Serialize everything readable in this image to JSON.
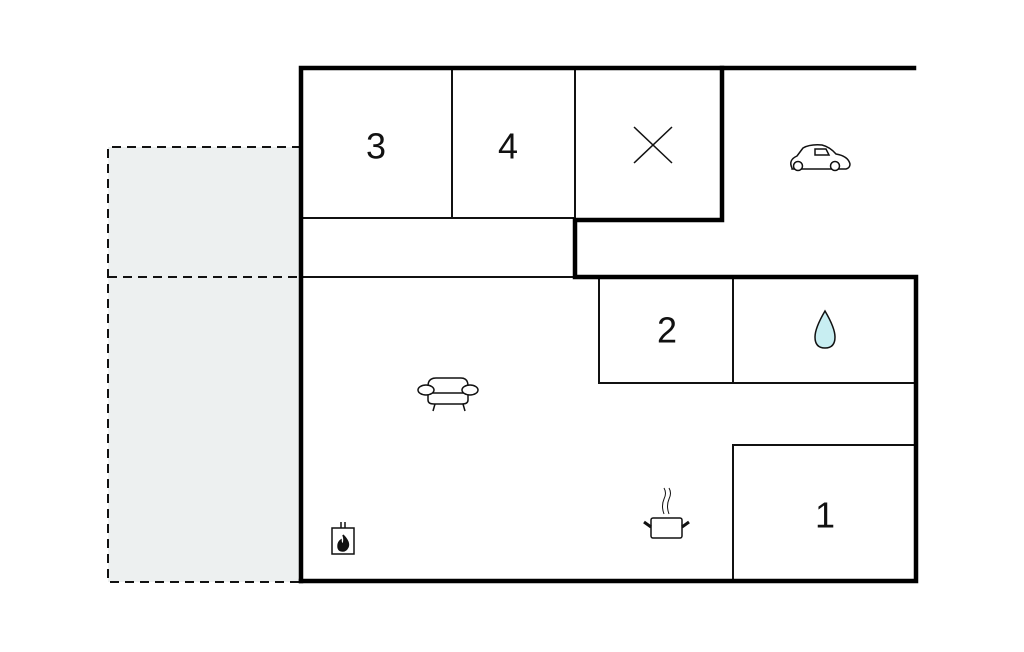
{
  "floorplan": {
    "rooms": [
      {
        "id": "bedroom-3",
        "label": "3"
      },
      {
        "id": "bedroom-4",
        "label": "4"
      },
      {
        "id": "bedroom-2",
        "label": "2"
      },
      {
        "id": "bedroom-1",
        "label": "1"
      }
    ],
    "icons": [
      "x-mark-icon",
      "car-icon",
      "water-drop-icon",
      "sofa-icon",
      "cooking-pot-icon",
      "fireplace-icon"
    ],
    "colors": {
      "wall": "#000000",
      "terrace": "#edf0f0",
      "water": "#c8eef2"
    }
  }
}
